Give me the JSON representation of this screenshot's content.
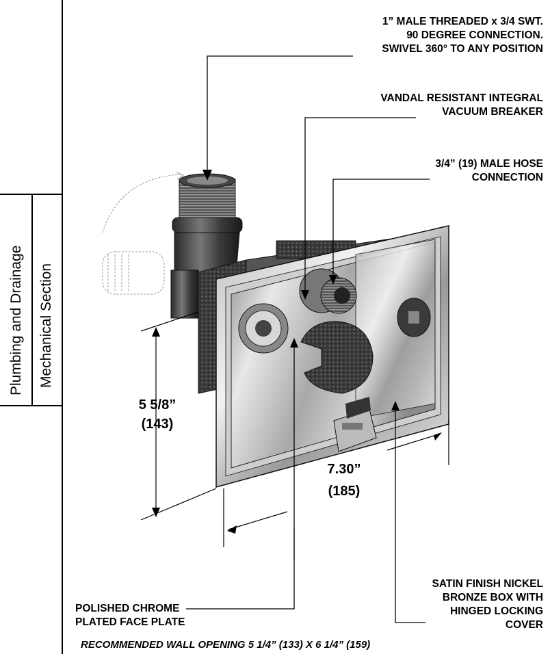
{
  "sidebar": {
    "section_primary": "Plumbing and Drainage",
    "section_secondary": "Mechanical Section"
  },
  "callouts": {
    "connection": [
      "1” MALE THREADED x 3/4 SWT.",
      "90 DEGREE  CONNECTION.",
      "SWIVEL 360° TO ANY POSITION"
    ],
    "vacuum_breaker": [
      "VANDAL RESISTANT INTEGRAL",
      "VACUUM BREAKER"
    ],
    "hose_connection": [
      "3/4” (19) MALE HOSE",
      "CONNECTION"
    ],
    "face_plate": [
      "POLISHED CHROME",
      "PLATED FACE PLATE"
    ],
    "box": [
      "SATIN FINISH NICKEL",
      "BRONZE BOX WITH",
      "HINGED LOCKING",
      "COVER"
    ]
  },
  "dimensions": {
    "height_in": "5 5/8”",
    "height_mm": "(143)",
    "width_in": "7.30”",
    "width_mm": "(185)"
  },
  "footer": {
    "wall_opening": "RECOMMENDED WALL OPENING 5 1/4” (133) X 6 1/4” (159)"
  }
}
